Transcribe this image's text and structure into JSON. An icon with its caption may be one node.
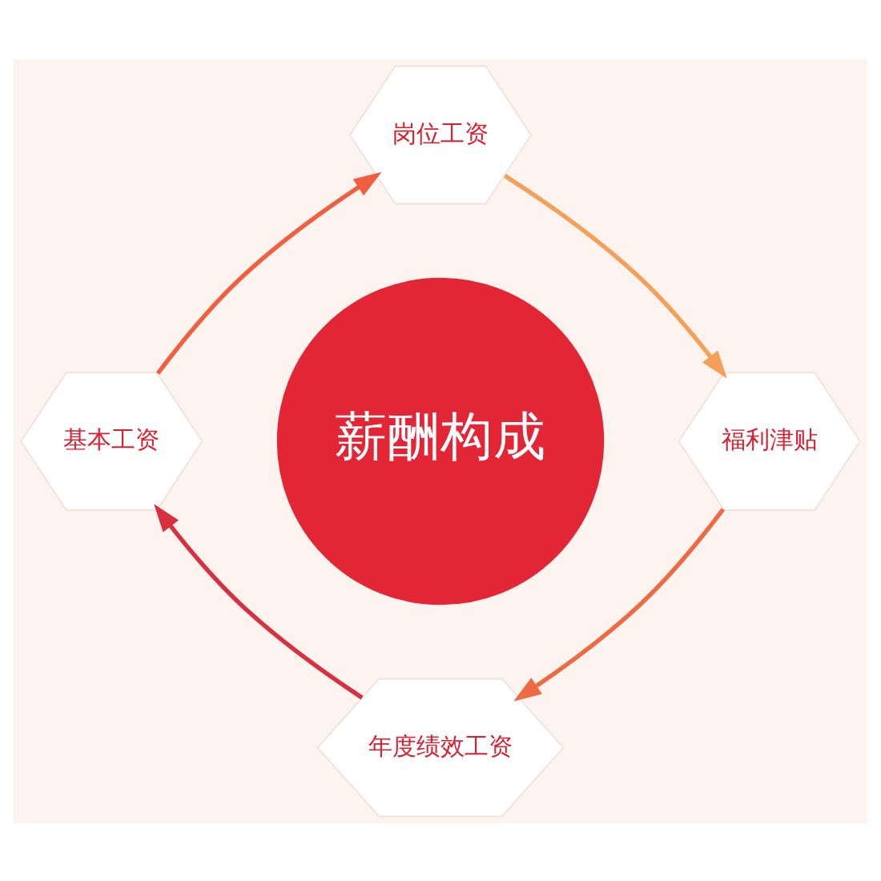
{
  "diagram": {
    "nodes": [
      {
        "text": [
          "薪酬构成"
        ]
      },
      {
        "text": [
          "岗位工资"
        ]
      },
      {
        "text": [
          "福利津贴"
        ]
      },
      {
        "text": [
          "年度绩效工资"
        ]
      },
      {
        "text": [
          "基本工资"
        ]
      }
    ],
    "edges": [
      {
        "from": 4,
        "to": 1,
        "arrow": "to",
        "color": "#f06040"
      },
      {
        "from": 1,
        "to": 2,
        "arrow": "to",
        "color": "#f5a05a"
      },
      {
        "from": 2,
        "to": 3,
        "arrow": "to",
        "color": "#ee6a45"
      },
      {
        "from": 3,
        "to": 4,
        "arrow": "to",
        "color": "#d93040"
      }
    ]
  }
}
